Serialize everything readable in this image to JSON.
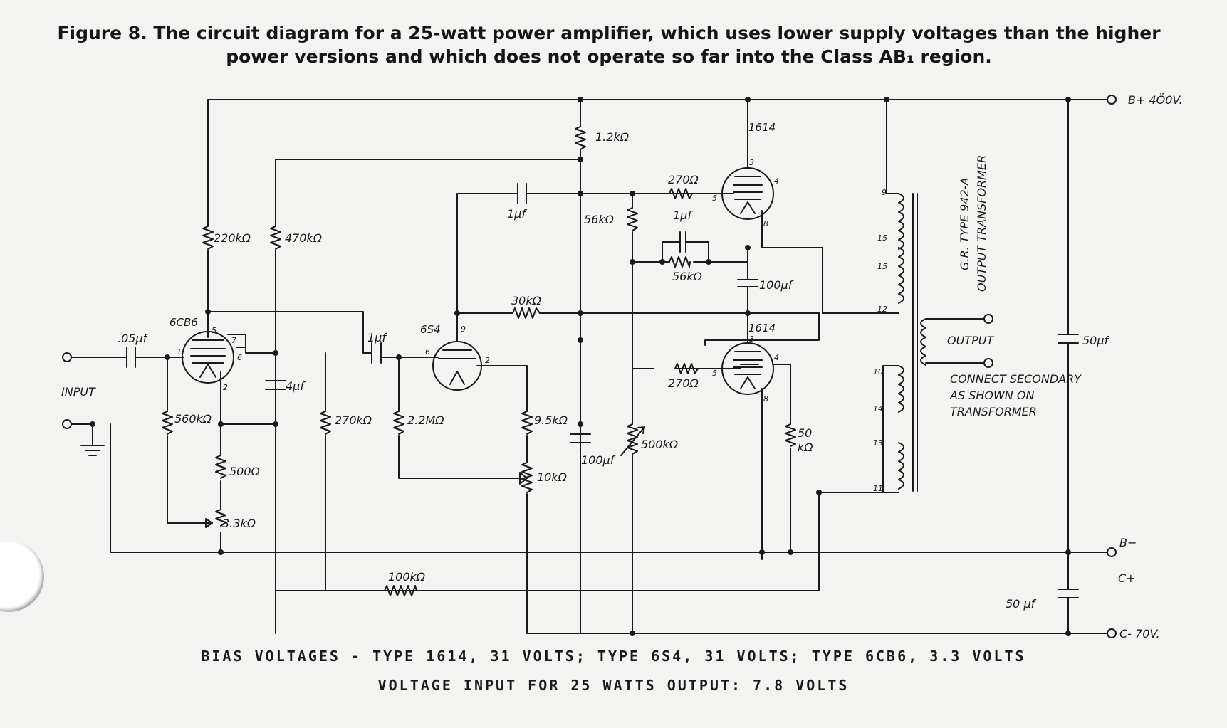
{
  "caption": {
    "line1": "Figure 8. The circuit diagram for a 25-watt power amplifier, which uses lower supply voltages than the higher",
    "line2": "power versions and which does not operate so far into the Class AB₁ region."
  },
  "tubes": {
    "v1": "6CB6",
    "v2": "6S4",
    "v3": "1614",
    "v4": "1614"
  },
  "terminals": {
    "input": "INPUT",
    "b_plus": "B+ 4Ö0V.",
    "b_minus": "B−",
    "c_plus": "C+",
    "c_minus": "C- 70V.",
    "output": "OUTPUT"
  },
  "components": {
    "c_in": ".05μf",
    "r_220k": "220kΩ",
    "r_470k": "470kΩ",
    "r_560k": "560kΩ",
    "r_500": "500Ω",
    "r_3k3": "3.3kΩ",
    "c_4uf": "4μf",
    "r_270k": "270kΩ",
    "c_coupling": "1μf",
    "r_2m2": "2.2MΩ",
    "c_1uf_top": "1μf",
    "r_1k2": "1.2kΩ",
    "r_56k_a": "56kΩ",
    "r_30k": "30kΩ",
    "r_9k5": "9.5kΩ",
    "r_10k": "10kΩ",
    "c_100uf_a": "100μf",
    "r_500k": "500kΩ",
    "r_100k": "100kΩ",
    "r_270_a": "270Ω",
    "r_270_b": "270Ω",
    "c_1uf_b": "1μf",
    "r_56k_b": "56kΩ",
    "c_100uf_b": "100μf",
    "r_50k_a": "50",
    "r_50k_b": "kΩ",
    "c_50uf_a": "50μf",
    "c_50uf_b": "50 μf"
  },
  "transformer": {
    "line1": "G.R. TYPE 942-A",
    "line2": "OUTPUT TRANSFORMER",
    "note1": "CONNECT SECONDARY",
    "note2": "AS SHOWN ON",
    "note3": "TRANSFORMER",
    "taps": [
      "9",
      "15",
      "15",
      "12",
      "10",
      "14",
      "13",
      "11"
    ]
  },
  "pins": {
    "v1": [
      "1",
      "5",
      "7",
      "6",
      "2"
    ],
    "v2": [
      "9",
      "6",
      "2"
    ],
    "v3": [
      "3",
      "4",
      "5",
      "8"
    ],
    "v4": [
      "3",
      "4",
      "5",
      "8"
    ]
  },
  "footer": {
    "line1": "BIAS VOLTAGES - TYPE 1614, 31 VOLTS; TYPE 6S4, 31 VOLTS; TYPE 6CB6, 3.3 VOLTS",
    "line2": "VOLTAGE INPUT FOR 25 WATTS OUTPUT:  7.8 VOLTS"
  }
}
